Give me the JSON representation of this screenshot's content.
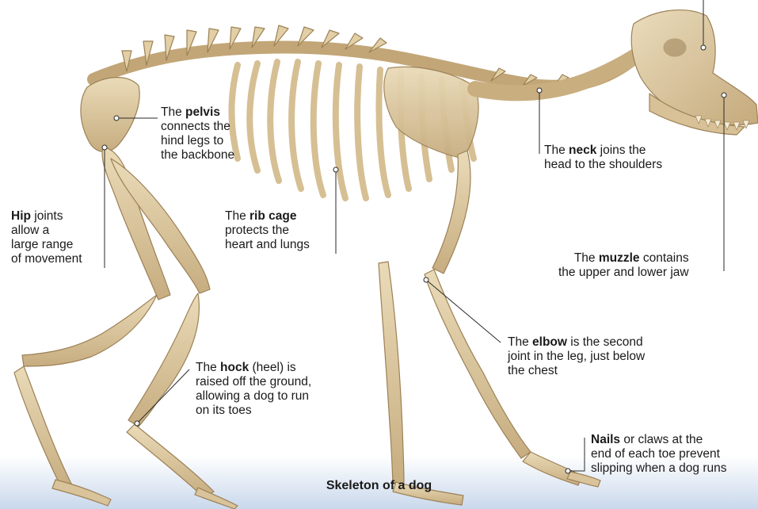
{
  "caption": "Skeleton of a dog",
  "labels": {
    "pelvis": {
      "line1_pre": "The ",
      "line1_bold": "pelvis",
      "line2": "connects the",
      "line3": "hind legs to",
      "line4": "the backbone"
    },
    "neck": {
      "line1_pre": "The ",
      "line1_bold": "neck",
      "line1_post": " joins the",
      "line2": "head to the shoulders"
    },
    "hip": {
      "line1_bold": "Hip",
      "line1_post": " joints",
      "line2": "allow a",
      "line3": "large range",
      "line4": "of movement"
    },
    "rib_cage": {
      "line1_pre": "The ",
      "line1_bold": "rib cage",
      "line2": "protects the",
      "line3": "heart and lungs"
    },
    "muzzle": {
      "line1_pre": "The ",
      "line1_bold": "muzzle",
      "line1_post": " contains",
      "line2": "the upper and lower jaw"
    },
    "elbow": {
      "line1_pre": "The ",
      "line1_bold": "elbow",
      "line1_post": " is the second",
      "line2": "joint in the leg, just below",
      "line3": "the chest"
    },
    "hock": {
      "line1_pre": "The ",
      "line1_bold": "hock",
      "line1_post": " (heel) is",
      "line2": "raised off the ground,",
      "line3": "allowing a dog to run",
      "line4": "on its toes"
    },
    "nails": {
      "line1_bold": "Nails",
      "line1_post": " or claws at the",
      "line2": "end of each toe prevent",
      "line3": "slipping when a dog runs"
    }
  },
  "colors": {
    "bone": "#e3d0a8",
    "bone_shadow": "#b99f72",
    "bone_dark": "#8d7450",
    "leader": "#2a2a2a",
    "floor_top": "#ffffff",
    "floor_bottom": "#c9d8ec"
  }
}
